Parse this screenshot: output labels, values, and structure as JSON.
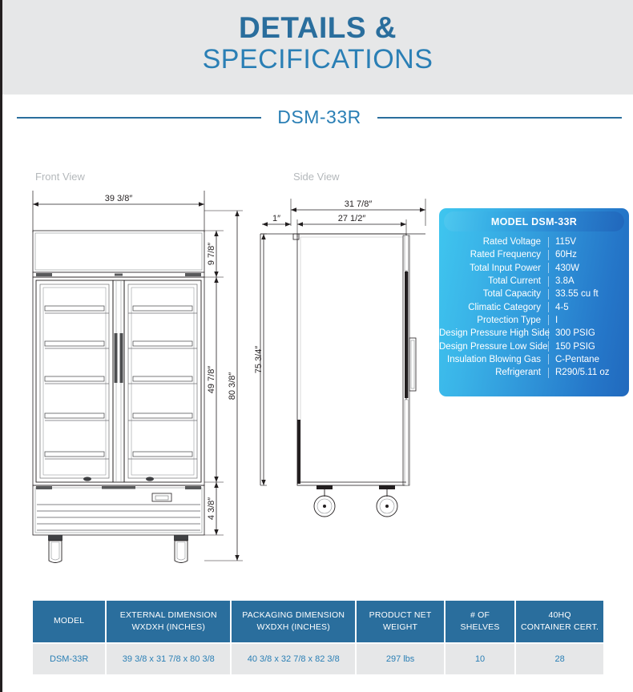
{
  "header": {
    "title_line1": "DETAILS &",
    "title_line2": "SPECIFICATIONS",
    "background": "#e6e7e8",
    "accent": "#2a6e9d"
  },
  "model_rule": {
    "model_name": "DSM-33R"
  },
  "views": {
    "front": {
      "label": "Front View",
      "dimensions": {
        "width": "39 3/8″",
        "canopy_height": "9 7/8″",
        "door_height": "49 7/8″",
        "base_height": "4 3/8″",
        "total_height": "80 3/8″"
      }
    },
    "side": {
      "label": "Side View",
      "dimensions": {
        "depth_total": "31 7/8″",
        "body_depth": "27 1/2″",
        "handle_offset": "1″",
        "body_height": "75 3/4″"
      }
    }
  },
  "spec_panel": {
    "header": "MODEL DSM-33R",
    "rows": [
      {
        "label": "Rated  Voltage",
        "value": "115V"
      },
      {
        "label": "Rated  Frequency",
        "value": "60Hz"
      },
      {
        "label": "Total Input Power",
        "value": "430W"
      },
      {
        "label": "Total Current",
        "value": "3.8A"
      },
      {
        "label": "Total Capacity",
        "value": "33.55 cu ft"
      },
      {
        "label": "Climatic Category",
        "value": "4-5"
      },
      {
        "label": "Protection Type",
        "value": "I"
      },
      {
        "label": "Design Pressure High Side",
        "value": "300 PSIG"
      },
      {
        "label": "Design Pressure Low Side",
        "value": "150 PSIG"
      },
      {
        "label": "Insulation Blowing Gas",
        "value": "C-Pentane"
      },
      {
        "label": "Refrigerant",
        "value": "R290/5.11 oz"
      }
    ]
  },
  "spec_table": {
    "headers": [
      "MODEL",
      "EXTERNAL DIMENSION WXDXH (INCHES)",
      "PACKAGING DIMENSION WXDXH (INCHES)",
      "PRODUCT NET WEIGHT",
      "# OF SHELVES",
      "40HQ CONTAINER CERT."
    ],
    "header_lines": [
      [
        "MODEL",
        ""
      ],
      [
        "EXTERNAL DIMENSION",
        "WXDXH (INCHES)"
      ],
      [
        "PACKAGING DIMENSION",
        "WXDXH (INCHES)"
      ],
      [
        "PRODUCT NET",
        "WEIGHT"
      ],
      [
        "# OF",
        "SHELVES"
      ],
      [
        "40HQ",
        "CONTAINER CERT."
      ]
    ],
    "rows": [
      {
        "model": "DSM-33R",
        "external_dimension": "39 3/8 x 31 7/8 x 80 3/8",
        "packaging_dimension": "40 3/8 x 32 7/8 x 82 3/8",
        "net_weight": "297 lbs",
        "shelves": "10",
        "container_cert": "28"
      }
    ],
    "header_bg": "#2a6e9d",
    "row_bg": "#e6e7e8",
    "row_text": "#2a7fb5"
  }
}
